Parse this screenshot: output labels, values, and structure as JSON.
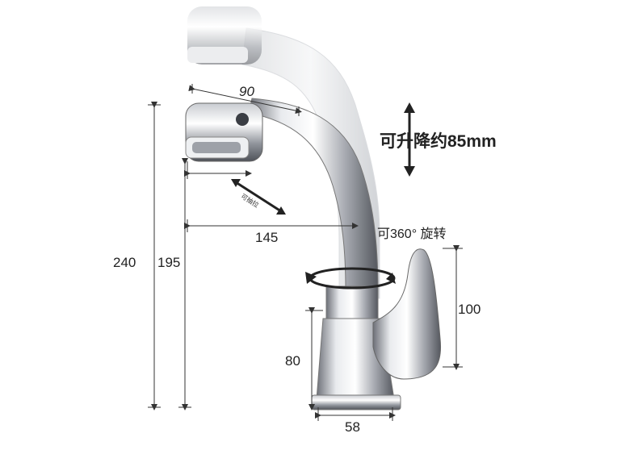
{
  "dimensions": {
    "spout_head": "90",
    "reach": "145",
    "total_height": "240",
    "outlet_height": "195",
    "handle_height": "100",
    "body_height": "80",
    "base_width": "58"
  },
  "annotations": {
    "lift": "可升降约85mm",
    "pull_out": "可抽拉",
    "swivel": "可360° 旋转"
  },
  "colors": {
    "chrome_dark": "#5c5f66",
    "chrome_mid": "#b9bcc2",
    "chrome_light": "#f2f3f5",
    "line": "#333333",
    "arrow": "#222222"
  }
}
